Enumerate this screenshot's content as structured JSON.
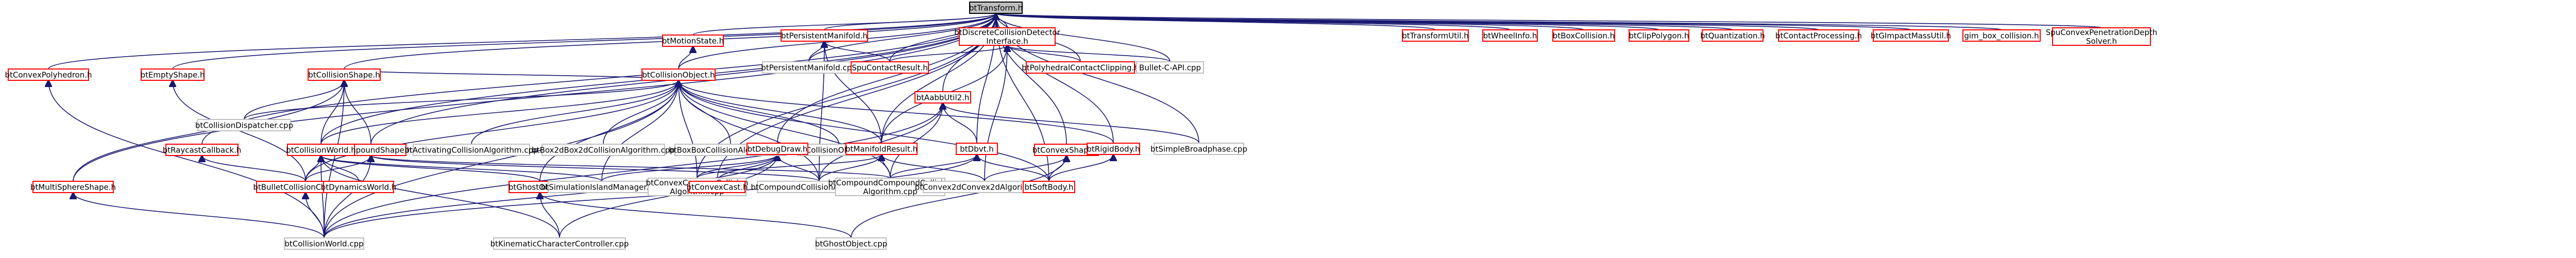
{
  "colors": {
    "root_fill": "#bfbfbf",
    "root_stroke": "#000000",
    "header_stroke": "#ff0000",
    "source_stroke": "#bfbfbf",
    "fill": "#ffffff",
    "edge": "#191970"
  },
  "nodes": [
    {
      "id": "btTransform",
      "label": "btTransform.h",
      "kind": "root"
    },
    {
      "id": "btConvexPolyhedron",
      "label": "btConvexPolyhedron.h",
      "kind": "header"
    },
    {
      "id": "btEmptyShape",
      "label": "btEmptyShape.h",
      "kind": "header"
    },
    {
      "id": "btCollisionShape",
      "label": "btCollisionShape.h",
      "kind": "header"
    },
    {
      "id": "btMotionState",
      "label": "btMotionState.h",
      "kind": "header"
    },
    {
      "id": "btCollisionObject",
      "label": "btCollisionObject.h",
      "kind": "header"
    },
    {
      "id": "btPersistentManifold",
      "label": "btPersistentManifold.h",
      "kind": "header"
    },
    {
      "id": "btDiscreteCollisionDetectorInterface",
      "label": [
        "btDiscreteCollisionDetector",
        "Interface.h"
      ],
      "kind": "header"
    },
    {
      "id": "btAabbUtil2",
      "label": "btAabbUtil2.h",
      "kind": "header"
    },
    {
      "id": "btTransformUtil",
      "label": "btTransformUtil.h",
      "kind": "header"
    },
    {
      "id": "btWheelInfo",
      "label": "btWheelInfo.h",
      "kind": "header"
    },
    {
      "id": "btBoxCollision",
      "label": "btBoxCollision.h",
      "kind": "header"
    },
    {
      "id": "btClipPolygon",
      "label": "btClipPolygon.h",
      "kind": "header"
    },
    {
      "id": "btQuantization",
      "label": "btQuantization.h",
      "kind": "header"
    },
    {
      "id": "btContactProcessing",
      "label": "btContactProcessing.h",
      "kind": "header"
    },
    {
      "id": "btGImpactMassUtil",
      "label": "btGImpactMassUtil.h",
      "kind": "header"
    },
    {
      "id": "gim_box_collision",
      "label": "gim_box_collision.h",
      "kind": "header"
    },
    {
      "id": "SpuConvexPenetrationDepthSolver",
      "label": [
        "SpuConvexPenetrationDepth",
        "Solver.h"
      ],
      "kind": "header"
    },
    {
      "id": "btRaycastCallback",
      "label": "btRaycastCallback.h",
      "kind": "header"
    },
    {
      "id": "btCollisionDispatcher",
      "label": "btCollisionDispatcher.cpp",
      "kind": "source"
    },
    {
      "id": "btCompoundShape",
      "label": "btCompoundShape.h",
      "kind": "header"
    },
    {
      "id": "btCollisionWorld",
      "label": "btCollisionWorld.h",
      "kind": "header"
    },
    {
      "id": "btActivatingCollisionAlgorithm",
      "label": "btActivatingCollisionAlgorithm.cpp",
      "kind": "source"
    },
    {
      "id": "btBox2dBox2dCollisionAlgorithm",
      "label": "btBox2dBox2dCollisionAlgorithm.cpp",
      "kind": "source"
    },
    {
      "id": "btBoxBoxCollisionAlgorithm",
      "label": "btBoxBoxCollisionAlgorithm.cpp",
      "kind": "source"
    },
    {
      "id": "btCollisionObjectCpp",
      "label": "btCollisionObject.cpp",
      "kind": "source"
    },
    {
      "id": "btPersistentManifoldCpp",
      "label": "btPersistentManifold.cpp",
      "kind": "source"
    },
    {
      "id": "SpuContactResult",
      "label": "SpuContactResult.h",
      "kind": "header"
    },
    {
      "id": "btPolyhedralContactClipping",
      "label": "btPolyhedralContactClipping.h",
      "kind": "header"
    },
    {
      "id": "BulletCAPI",
      "label": "Bullet-C-API.cpp",
      "kind": "source"
    },
    {
      "id": "btDebugDraw",
      "label": "btDebugDraw.h",
      "kind": "header"
    },
    {
      "id": "btManifoldResult",
      "label": "btManifoldResult.h",
      "kind": "header"
    },
    {
      "id": "btConvexShape",
      "label": "btConvexShape.h",
      "kind": "header"
    },
    {
      "id": "btDbvt",
      "label": "btDbvt.h",
      "kind": "header"
    },
    {
      "id": "btRigidBody",
      "label": "btRigidBody.h",
      "kind": "header"
    },
    {
      "id": "btSimpleBroadphase",
      "label": "btSimpleBroadphase.cpp",
      "kind": "source"
    },
    {
      "id": "btMultiSphereShape",
      "label": "btMultiSphereShape.h",
      "kind": "header"
    },
    {
      "id": "btBulletCollisionCommon",
      "label": "btBulletCollisionCommon.h",
      "kind": "header"
    },
    {
      "id": "btDynamicsWorld",
      "label": "btDynamicsWorld.h",
      "kind": "header"
    },
    {
      "id": "btGhostObject",
      "label": "btGhostObject.h",
      "kind": "header"
    },
    {
      "id": "btSimulationIslandManager",
      "label": "btSimulationIslandManager.cpp",
      "kind": "source"
    },
    {
      "id": "btConvexConcaveCollisionAlgorithm",
      "label": [
        "btConvexConcaveCollision",
        "Algorithm.cpp"
      ],
      "kind": "source"
    },
    {
      "id": "btConvexCast",
      "label": "btConvexCast.h",
      "kind": "header"
    },
    {
      "id": "btCompoundCollisionAlgorithm",
      "label": "btCompoundCollisionAlgorithm.cpp",
      "kind": "source"
    },
    {
      "id": "btCompoundCompoundCollisionAlgorithm",
      "label": [
        "btCompoundCompoundCollision",
        "Algorithm.cpp"
      ],
      "kind": "source"
    },
    {
      "id": "btConvex2dConvex2dAlgorithm",
      "label": "btConvex2dConvex2dAlgorithm.cpp",
      "kind": "source"
    },
    {
      "id": "btSoftBody",
      "label": "btSoftBody.h",
      "kind": "header"
    },
    {
      "id": "btCollisionWorldCpp",
      "label": "btCollisionWorld.cpp",
      "kind": "source"
    },
    {
      "id": "btKinematicCharacterController",
      "label": "btKinematicCharacterController.cpp",
      "kind": "source"
    },
    {
      "id": "btGhostObjectCpp",
      "label": "btGhostObject.cpp",
      "kind": "source"
    }
  ],
  "edges": [
    [
      "btTransform",
      "btConvexPolyhedron"
    ],
    [
      "btTransform",
      "btEmptyShape"
    ],
    [
      "btTransform",
      "btCollisionShape"
    ],
    [
      "btTransform",
      "btMotionState"
    ],
    [
      "btTransform",
      "btCollisionObject"
    ],
    [
      "btTransform",
      "btPersistentManifold"
    ],
    [
      "btTransform",
      "btDiscreteCollisionDetectorInterface"
    ],
    [
      "btTransform",
      "btAabbUtil2"
    ],
    [
      "btTransform",
      "btTransformUtil"
    ],
    [
      "btTransform",
      "btWheelInfo"
    ],
    [
      "btTransform",
      "btBoxCollision"
    ],
    [
      "btTransform",
      "btClipPolygon"
    ],
    [
      "btTransform",
      "btQuantization"
    ],
    [
      "btTransform",
      "btContactProcessing"
    ],
    [
      "btTransform",
      "btGImpactMassUtil"
    ],
    [
      "btTransform",
      "gim_box_collision"
    ],
    [
      "btTransform",
      "SpuConvexPenetrationDepthSolver"
    ],
    [
      "btTransform",
      "btRaycastCallback"
    ],
    [
      "btTransform",
      "btCompoundShape"
    ],
    [
      "btTransform",
      "btCollisionWorld"
    ],
    [
      "btTransform",
      "btDebugDraw"
    ],
    [
      "btTransform",
      "btManifoldResult"
    ],
    [
      "btTransform",
      "btConvexShape"
    ],
    [
      "btTransform",
      "btDbvt"
    ],
    [
      "btTransform",
      "btRigidBody"
    ],
    [
      "btTransform",
      "btSimpleBroadphase"
    ],
    [
      "btTransform",
      "btConvexCast"
    ],
    [
      "btTransform",
      "btSoftBody"
    ],
    [
      "btTransform",
      "SpuContactResult"
    ],
    [
      "btTransform",
      "btPolyhedralContactClipping"
    ],
    [
      "btTransform",
      "BulletCAPI"
    ],
    [
      "btTransform",
      "btPersistentManifoldCpp"
    ],
    [
      "btTransform",
      "btConvexConcaveCollisionAlgorithm"
    ],
    [
      "btTransform",
      "btMultiSphereShape"
    ],
    [
      "btConvexPolyhedron",
      "btCollisionWorldCpp"
    ],
    [
      "btEmptyShape",
      "btBulletCollisionCommon"
    ],
    [
      "btCollisionShape",
      "btCollisionDispatcher"
    ],
    [
      "btCollisionShape",
      "btCompoundShape"
    ],
    [
      "btCollisionShape",
      "btCollisionWorld"
    ],
    [
      "btCollisionShape",
      "btMultiSphereShape"
    ],
    [
      "btCollisionShape",
      "btCollisionObject"
    ],
    [
      "btCollisionShape",
      "btCollisionWorldCpp"
    ],
    [
      "btMotionState",
      "btCollisionObject"
    ],
    [
      "btCollisionObject",
      "btCollisionDispatcher"
    ],
    [
      "btCollisionObject",
      "btCollisionWorld"
    ],
    [
      "btCollisionObject",
      "btActivatingCollisionAlgorithm"
    ],
    [
      "btCollisionObject",
      "btBox2dBox2dCollisionAlgorithm"
    ],
    [
      "btCollisionObject",
      "btBoxBoxCollisionAlgorithm"
    ],
    [
      "btCollisionObject",
      "btCollisionObjectCpp"
    ],
    [
      "btCollisionObject",
      "btManifoldResult"
    ],
    [
      "btCollisionObject",
      "btRigidBody"
    ],
    [
      "btCollisionObject",
      "btGhostObject"
    ],
    [
      "btCollisionObject",
      "btSimulationIslandManager"
    ],
    [
      "btCollisionObject",
      "btConvexConcaveCollisionAlgorithm"
    ],
    [
      "btCollisionObject",
      "btCompoundCollisionAlgorithm"
    ],
    [
      "btCollisionObject",
      "btCompoundCompoundCollisionAlgorithm"
    ],
    [
      "btCollisionObject",
      "btSoftBody"
    ],
    [
      "btCollisionObject",
      "btBulletCollisionCommon"
    ],
    [
      "btCollisionObject",
      "btCollisionWorldCpp"
    ],
    [
      "btPersistentManifold",
      "btPersistentManifoldCpp"
    ],
    [
      "btPersistentManifold",
      "SpuContactResult"
    ],
    [
      "btPersistentManifold",
      "btManifoldResult"
    ],
    [
      "btPersistentManifold",
      "btCompoundCollisionAlgorithm"
    ],
    [
      "btDiscreteCollisionDetectorInterface",
      "SpuContactResult"
    ],
    [
      "btDiscreteCollisionDetectorInterface",
      "btPolyhedralContactClipping"
    ],
    [
      "btDiscreteCollisionDetectorInterface",
      "BulletCAPI"
    ],
    [
      "btDiscreteCollisionDetectorInterface",
      "btManifoldResult"
    ],
    [
      "btDiscreteCollisionDetectorInterface",
      "btConvex2dConvex2dAlgorithm"
    ],
    [
      "btAabbUtil2",
      "btDbvt"
    ],
    [
      "btAabbUtil2",
      "btSimpleBroadphase"
    ],
    [
      "btAabbUtil2",
      "btCompoundCollisionAlgorithm"
    ],
    [
      "btAabbUtil2",
      "btCompoundCompoundCollisionAlgorithm"
    ],
    [
      "btAabbUtil2",
      "btCollisionWorldCpp"
    ],
    [
      "btRaycastCallback",
      "btBulletCollisionCommon"
    ],
    [
      "btCompoundShape",
      "btBulletCollisionCommon"
    ],
    [
      "btCompoundShape",
      "btCompoundCollisionAlgorithm"
    ],
    [
      "btCompoundShape",
      "btCompoundCompoundCollisionAlgorithm"
    ],
    [
      "btCompoundShape",
      "btCollisionWorldCpp"
    ],
    [
      "btCollisionWorld",
      "btBulletCollisionCommon"
    ],
    [
      "btCollisionWorld",
      "btDynamicsWorld"
    ],
    [
      "btCollisionWorld",
      "btGhostObject"
    ],
    [
      "btCollisionWorld",
      "btCollisionWorldCpp"
    ],
    [
      "btCollisionWorld",
      "btKinematicCharacterController"
    ],
    [
      "btCollisionWorld",
      "btSimulationIslandManager"
    ],
    [
      "btDebugDraw",
      "btCollisionWorldCpp"
    ],
    [
      "btDebugDraw",
      "btKinematicCharacterController"
    ],
    [
      "btDebugDraw",
      "btConvexConcaveCollisionAlgorithm"
    ],
    [
      "btDebugDraw",
      "btSimulationIslandManager"
    ],
    [
      "btDebugDraw",
      "btConvexCast"
    ],
    [
      "btDebugDraw",
      "btCompoundCollisionAlgorithm"
    ],
    [
      "btManifoldResult",
      "btConvexConcaveCollisionAlgorithm"
    ],
    [
      "btManifoldResult",
      "btCompoundCollisionAlgorithm"
    ],
    [
      "btManifoldResult",
      "btCompoundCompoundCollisionAlgorithm"
    ],
    [
      "btManifoldResult",
      "btConvex2dConvex2dAlgorithm"
    ],
    [
      "btConvexShape",
      "btConvex2dConvex2dAlgorithm"
    ],
    [
      "btConvexShape",
      "btSoftBody"
    ],
    [
      "btConvexShape",
      "btGhostObjectCpp"
    ],
    [
      "btDbvt",
      "btCompoundCompoundCollisionAlgorithm"
    ],
    [
      "btDbvt",
      "btSoftBody"
    ],
    [
      "btDbvt",
      "btCollisionWorldCpp"
    ],
    [
      "btRigidBody",
      "btSoftBody"
    ],
    [
      "btMultiSphereShape",
      "btCollisionWorldCpp"
    ],
    [
      "btBulletCollisionCommon",
      "btCollisionWorldCpp"
    ],
    [
      "btGhostObject",
      "btKinematicCharacterController"
    ],
    [
      "btGhostObject",
      "btGhostObjectCpp"
    ]
  ]
}
